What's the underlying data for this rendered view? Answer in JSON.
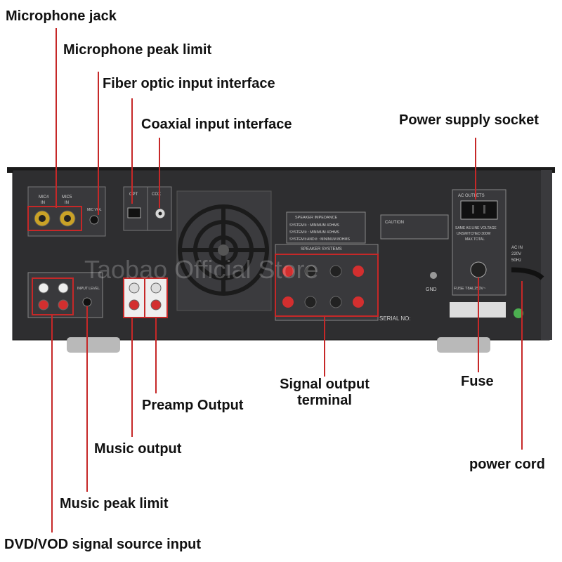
{
  "callouts": {
    "microphone_jack": "Microphone jack",
    "microphone_peak_limit": "Microphone peak limit",
    "fiber_optic_input": "Fiber optic input interface",
    "coaxial_input": "Coaxial input interface",
    "power_supply_socket": "Power supply socket",
    "signal_output_terminal_line1": "Signal output",
    "signal_output_terminal_line2": "terminal",
    "fuse": "Fuse",
    "preamp_output": "Preamp Output",
    "music_output": "Music output",
    "power_cord": "power cord",
    "music_peak_limit": "Music peak limit",
    "dvd_vod_input": "DVD/VOD signal source input"
  },
  "panel": {
    "mic_label_a": "MIC4",
    "mic_label_b": "MIC5",
    "mic_in_a": "IN",
    "mic_in_b": "IN",
    "mic_vol": "MIC VOL",
    "opt": "OPT",
    "cox": "COX",
    "speaker_impedance": "SPEAKER IMPEDANCE",
    "system_1": "SYSTEM① : MINIMUM 4OHMS",
    "system_2": "SYSTEM② : MINIMUM 4OHMS",
    "system_3": "SYSTEM①AND② : MINIMUM 8OHMS",
    "speaker_systems": "SPEAKER SYSTEMS",
    "caution": "CAUTION",
    "gnd": "GND",
    "serial": "SERIAL NO:",
    "ac_outlets": "AC OUTLETS",
    "same_ac": "SAME AS LINE VOLTAGE",
    "unswitched": "UNSWITCHED 300W",
    "max_total": "MAX TOTAL",
    "ac_in": "AC IN",
    "voltage": "220V",
    "freq": "50Hz",
    "fuse_rating": "FUSE T8AL250V~",
    "input_level": "INPUT LEVEL",
    "watermark": "Taobao Official Store"
  },
  "colors": {
    "callout_line": "#c62828",
    "panel": "#2e2e30",
    "label_text": "#111111"
  }
}
